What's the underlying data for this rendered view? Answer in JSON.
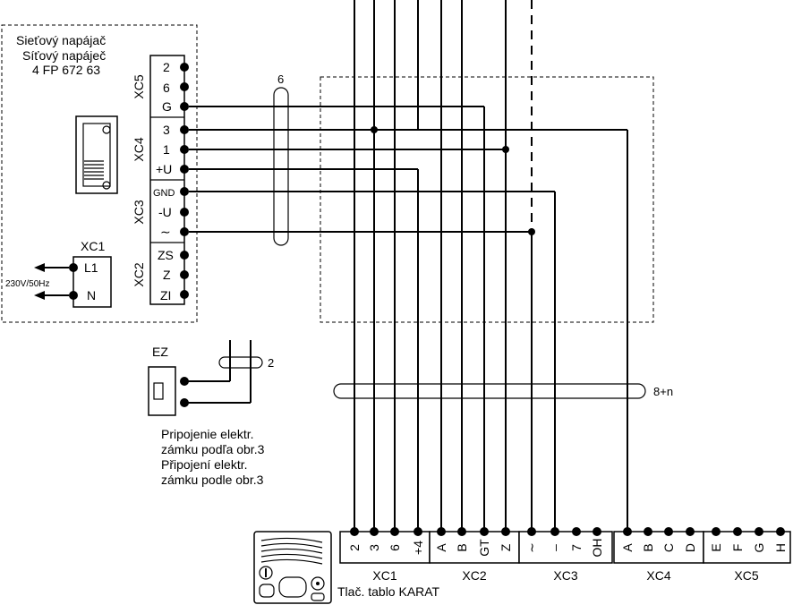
{
  "power_supply": {
    "title_sk": "Sieťový napájač",
    "title_cz": "Síťový napáječ",
    "model": "4 FP 672 63",
    "terminals": {
      "xc5": {
        "label": "XC5",
        "pins": [
          "2",
          "6",
          "G"
        ]
      },
      "xc4": {
        "label": "XC4",
        "pins": [
          "3",
          "1",
          "+U"
        ]
      },
      "xc3": {
        "label": "XC3",
        "pins": [
          "GND",
          "-U",
          "∼"
        ]
      },
      "xc2": {
        "label": "XC2",
        "pins": [
          "ZS",
          "Z",
          "ZI"
        ]
      }
    },
    "mains": {
      "label": "XC1",
      "pins": [
        "L1",
        "N"
      ],
      "voltage": "230V/50Hz"
    }
  },
  "cables": {
    "top": "6",
    "lock": "2",
    "main": "8+n"
  },
  "lock": {
    "label": "EZ",
    "note_sk_1": "Pripojenie elektr.",
    "note_sk_2": "zámku podľa obr.3",
    "note_cz_1": "Připojení elektr.",
    "note_cz_2": "zámku podle obr.3"
  },
  "panel": {
    "caption": "Tlač. tablo KARAT",
    "groups": [
      {
        "label": "XC1",
        "pins": [
          "2",
          "3",
          "6",
          "+4"
        ]
      },
      {
        "label": "XC2",
        "pins": [
          "A",
          "B",
          "GT",
          "Z"
        ]
      },
      {
        "label": "XC3",
        "pins": [
          "∼",
          "–",
          "7",
          "OH"
        ]
      },
      {
        "label": "XC4",
        "pins": [
          "A",
          "B",
          "C",
          "D"
        ]
      },
      {
        "label": "XC5",
        "pins": [
          "E",
          "F",
          "G",
          "H"
        ]
      }
    ]
  }
}
